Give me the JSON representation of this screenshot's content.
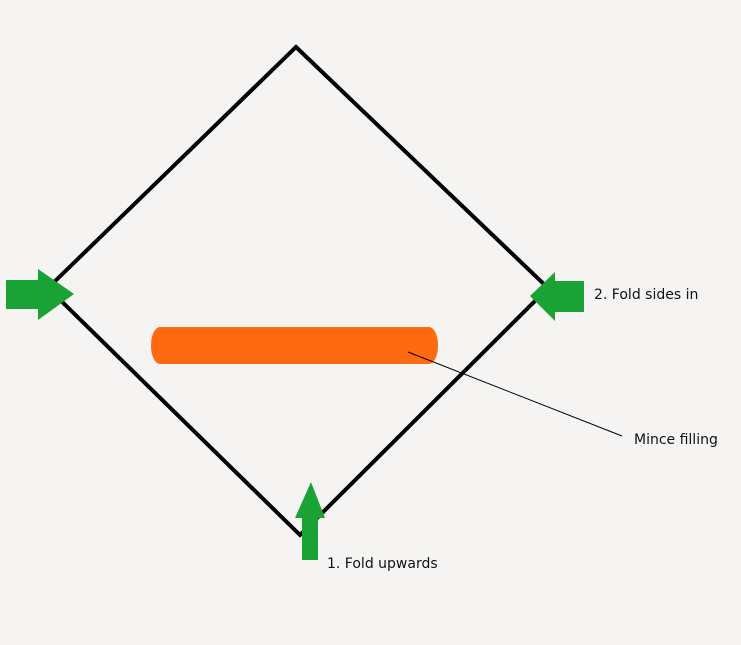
{
  "labels": {
    "fold_sides": "2. Fold sides in",
    "filling": "Mince filling",
    "fold_up": "1. Fold upwards"
  },
  "colors": {
    "background": "#f5f4f3",
    "outline": "#000000",
    "arrow": "#1aa235",
    "filling": "#ff6a10",
    "text": "#111111"
  },
  "icons": {
    "left_arrow": "right-arrow-icon",
    "right_arrow": "left-arrow-icon",
    "bottom_arrow": "up-arrow-icon"
  }
}
